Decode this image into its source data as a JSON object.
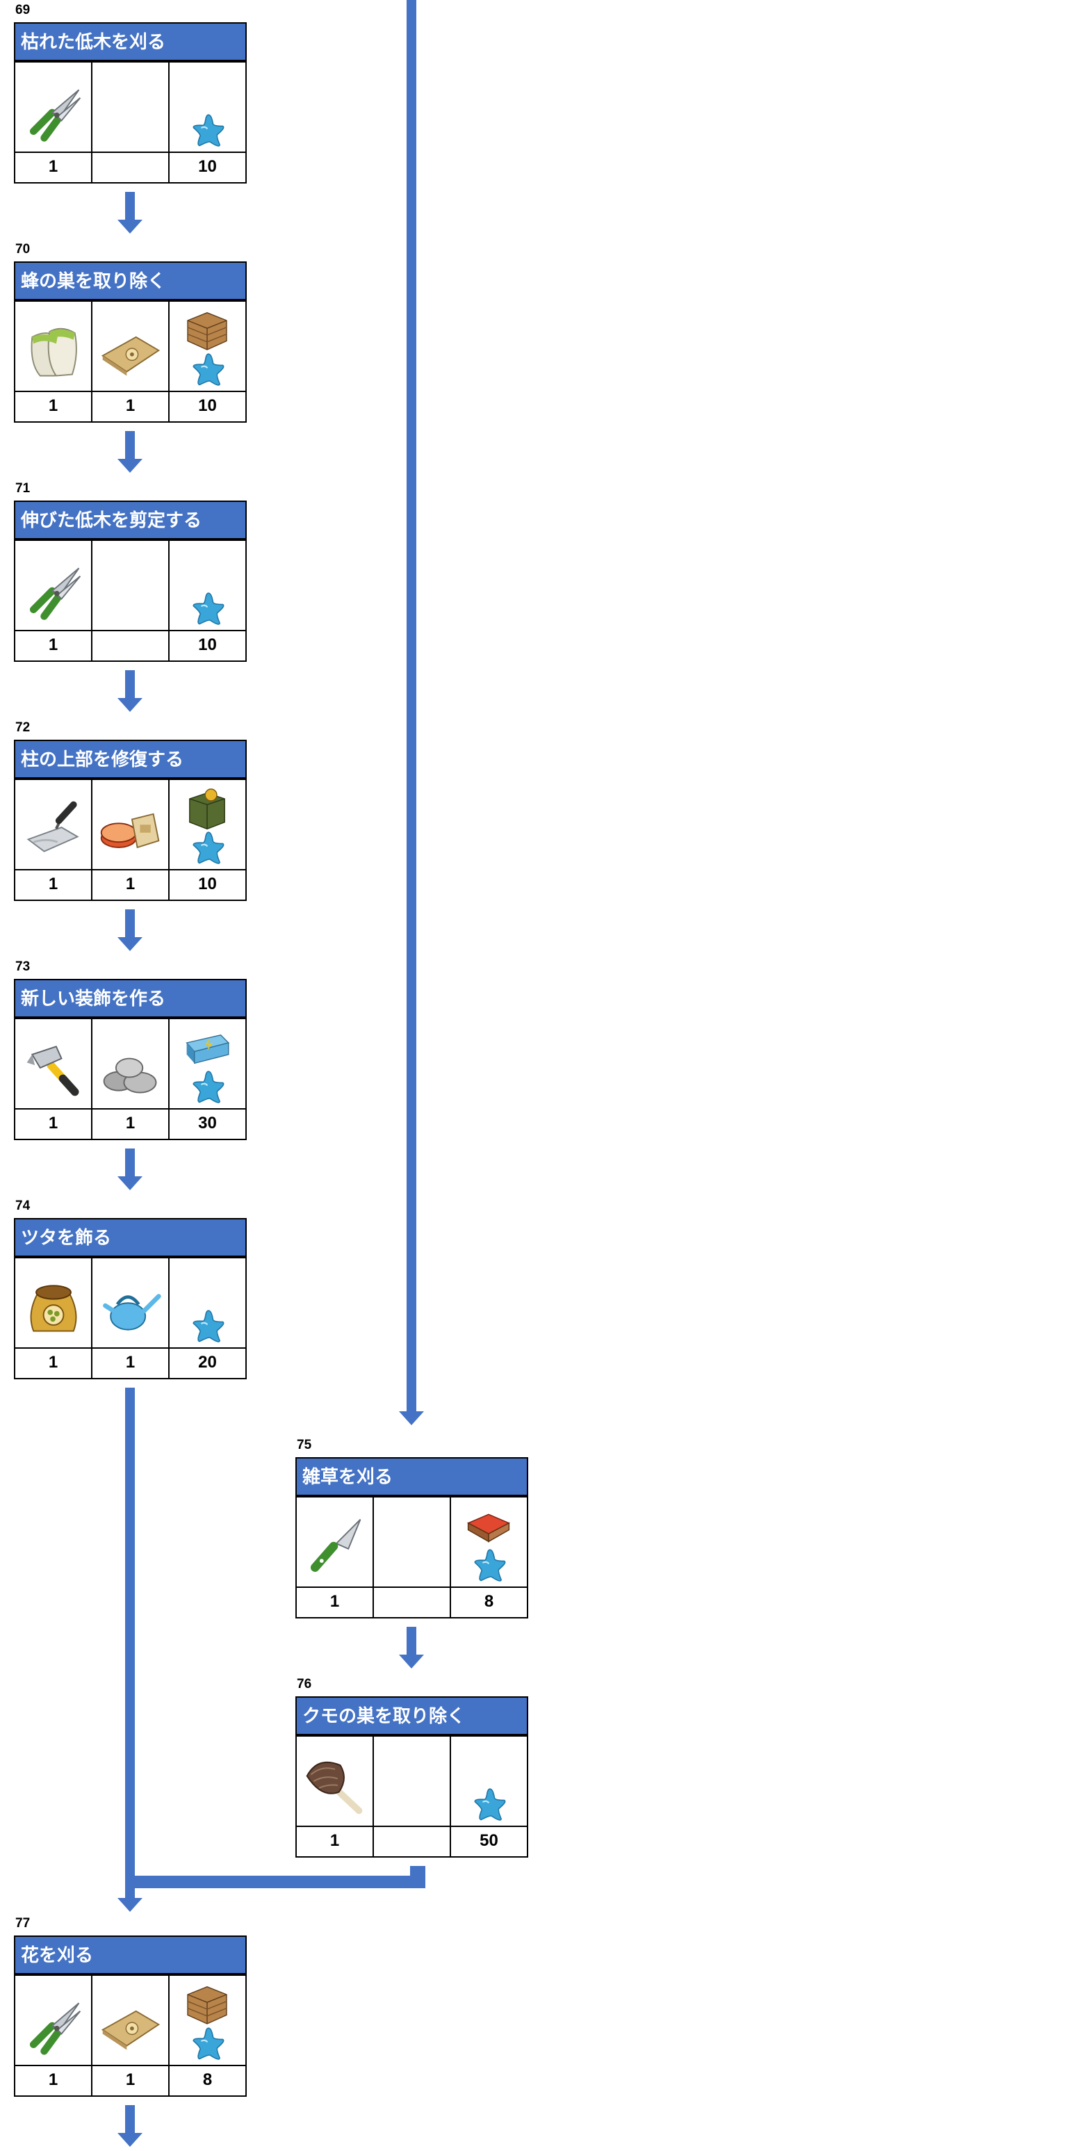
{
  "colors": {
    "header": "#4472c4",
    "arrow": "#4472c4",
    "star": "#3aa5d8"
  },
  "tasks": [
    {
      "id": "69",
      "title": "枯れた低木を刈る",
      "items": [
        {
          "icon": "pruning-shears-icon",
          "count": "1"
        },
        {
          "icon": "",
          "count": ""
        }
      ],
      "reward": {
        "icon": "",
        "stars": "10"
      }
    },
    {
      "id": "70",
      "title": "蜂の巣を取り除く",
      "items": [
        {
          "icon": "gloves-icon",
          "count": "1"
        },
        {
          "icon": "sack-icon",
          "count": "1"
        }
      ],
      "reward": {
        "icon": "wooden-crate-icon",
        "stars": "10"
      }
    },
    {
      "id": "71",
      "title": "伸びた低木を剪定する",
      "items": [
        {
          "icon": "pruning-shears-icon",
          "count": "1"
        },
        {
          "icon": "",
          "count": ""
        }
      ],
      "reward": {
        "icon": "",
        "stars": "10"
      }
    },
    {
      "id": "72",
      "title": "柱の上部を修復する",
      "items": [
        {
          "icon": "trowel-icon",
          "count": "1"
        },
        {
          "icon": "cement-bags-icon",
          "count": "1"
        }
      ],
      "reward": {
        "icon": "green-box-icon",
        "stars": "10"
      }
    },
    {
      "id": "73",
      "title": "新しい装飾を作る",
      "items": [
        {
          "icon": "hammer-icon",
          "count": "1"
        },
        {
          "icon": "stones-icon",
          "count": "1"
        }
      ],
      "reward": {
        "icon": "blue-toolbox-icon",
        "stars": "30"
      }
    },
    {
      "id": "74",
      "title": "ツタを飾る",
      "items": [
        {
          "icon": "seed-bag-icon",
          "count": "1"
        },
        {
          "icon": "watering-can-icon",
          "count": "1"
        }
      ],
      "reward": {
        "icon": "",
        "stars": "20"
      }
    },
    {
      "id": "75",
      "title": "雑草を刈る",
      "items": [
        {
          "icon": "knife-icon",
          "count": "1"
        },
        {
          "icon": "",
          "count": ""
        }
      ],
      "reward": {
        "icon": "red-crate-icon",
        "stars": "8"
      }
    },
    {
      "id": "76",
      "title": "クモの巣を取り除く",
      "items": [
        {
          "icon": "feather-duster-icon",
          "count": "1"
        },
        {
          "icon": "",
          "count": ""
        }
      ],
      "reward": {
        "icon": "",
        "stars": "50"
      }
    },
    {
      "id": "77",
      "title": "花を刈る",
      "items": [
        {
          "icon": "pruning-shears-icon",
          "count": "1"
        },
        {
          "icon": "sack-icon",
          "count": "1"
        }
      ],
      "reward": {
        "icon": "wooden-crate-icon",
        "stars": "8"
      }
    }
  ]
}
